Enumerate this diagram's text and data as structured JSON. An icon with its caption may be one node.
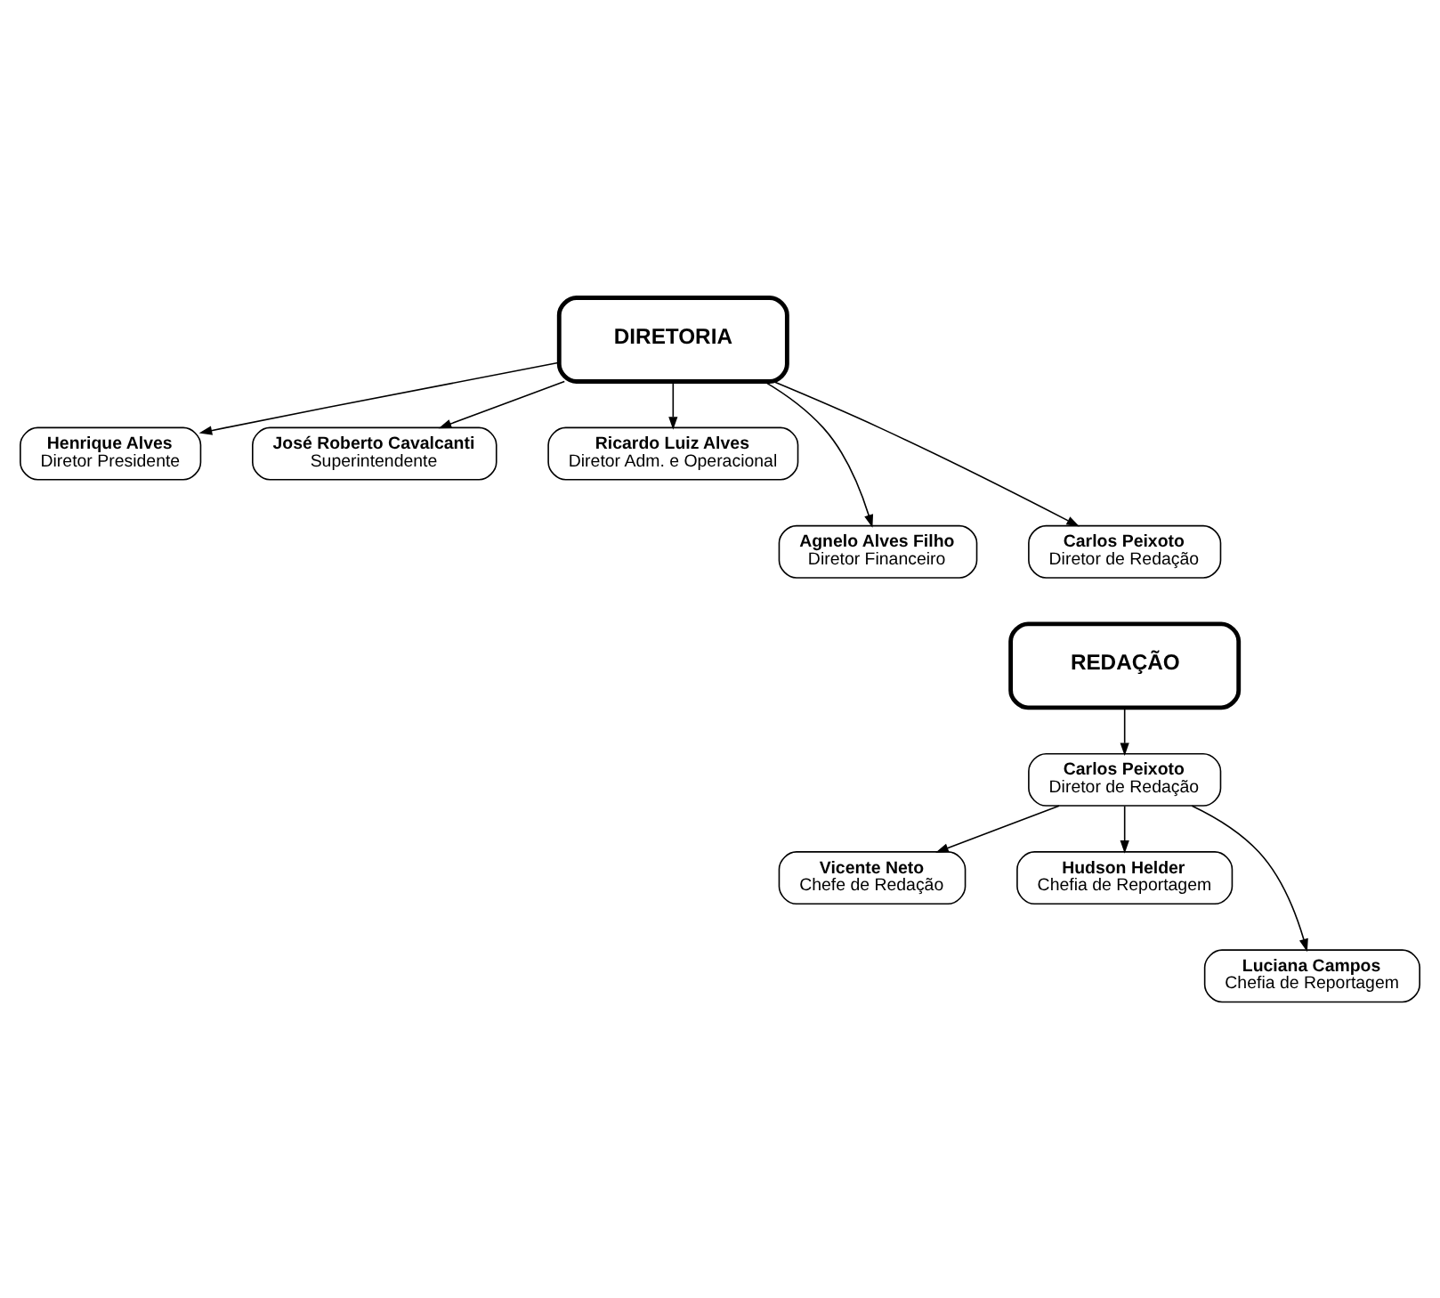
{
  "diagram": {
    "nodes": [
      {
        "text": [
          "DIRETORIA"
        ]
      },
      {
        "text": [
          "Henrique Alves",
          "Diretor Presidente"
        ]
      },
      {
        "text": [
          "José Roberto Cavalcanti",
          "Superintendente"
        ]
      },
      {
        "text": [
          "Ricardo Luiz Alves",
          "Diretor Adm. e Operacional"
        ]
      },
      {
        "text": [
          "Agnelo Alves Filho",
          "Diretor Financeiro"
        ]
      },
      {
        "text": [
          "Carlos Peixoto",
          "Diretor de Redação"
        ]
      },
      {
        "text": [
          "REDAÇÃO"
        ]
      },
      {
        "text": [
          "Carlos Peixoto",
          "Diretor de Redação"
        ]
      },
      {
        "text": [
          "Vicente Neto",
          "Chefe de Redação"
        ]
      },
      {
        "text": [
          "Hudson Helder",
          "Chefia de Reportagem"
        ]
      },
      {
        "text": [
          "Luciana Campos",
          "Chefia de Reportagem"
        ]
      }
    ],
    "edges": [
      {
        "from": 0,
        "to": 1,
        "arrow": "to"
      },
      {
        "from": 0,
        "to": 4,
        "arrow": "to"
      },
      {
        "from": 0,
        "to": 2,
        "arrow": "to"
      },
      {
        "from": 0,
        "to": 5,
        "arrow": "to"
      },
      {
        "from": 0,
        "to": 3,
        "arrow": "to"
      },
      {
        "from": 6,
        "to": 7,
        "arrow": "to"
      },
      {
        "from": 7,
        "to": 8,
        "arrow": "to"
      },
      {
        "from": 7,
        "to": 10,
        "arrow": "to"
      },
      {
        "from": 7,
        "to": 9,
        "arrow": "to"
      }
    ]
  }
}
